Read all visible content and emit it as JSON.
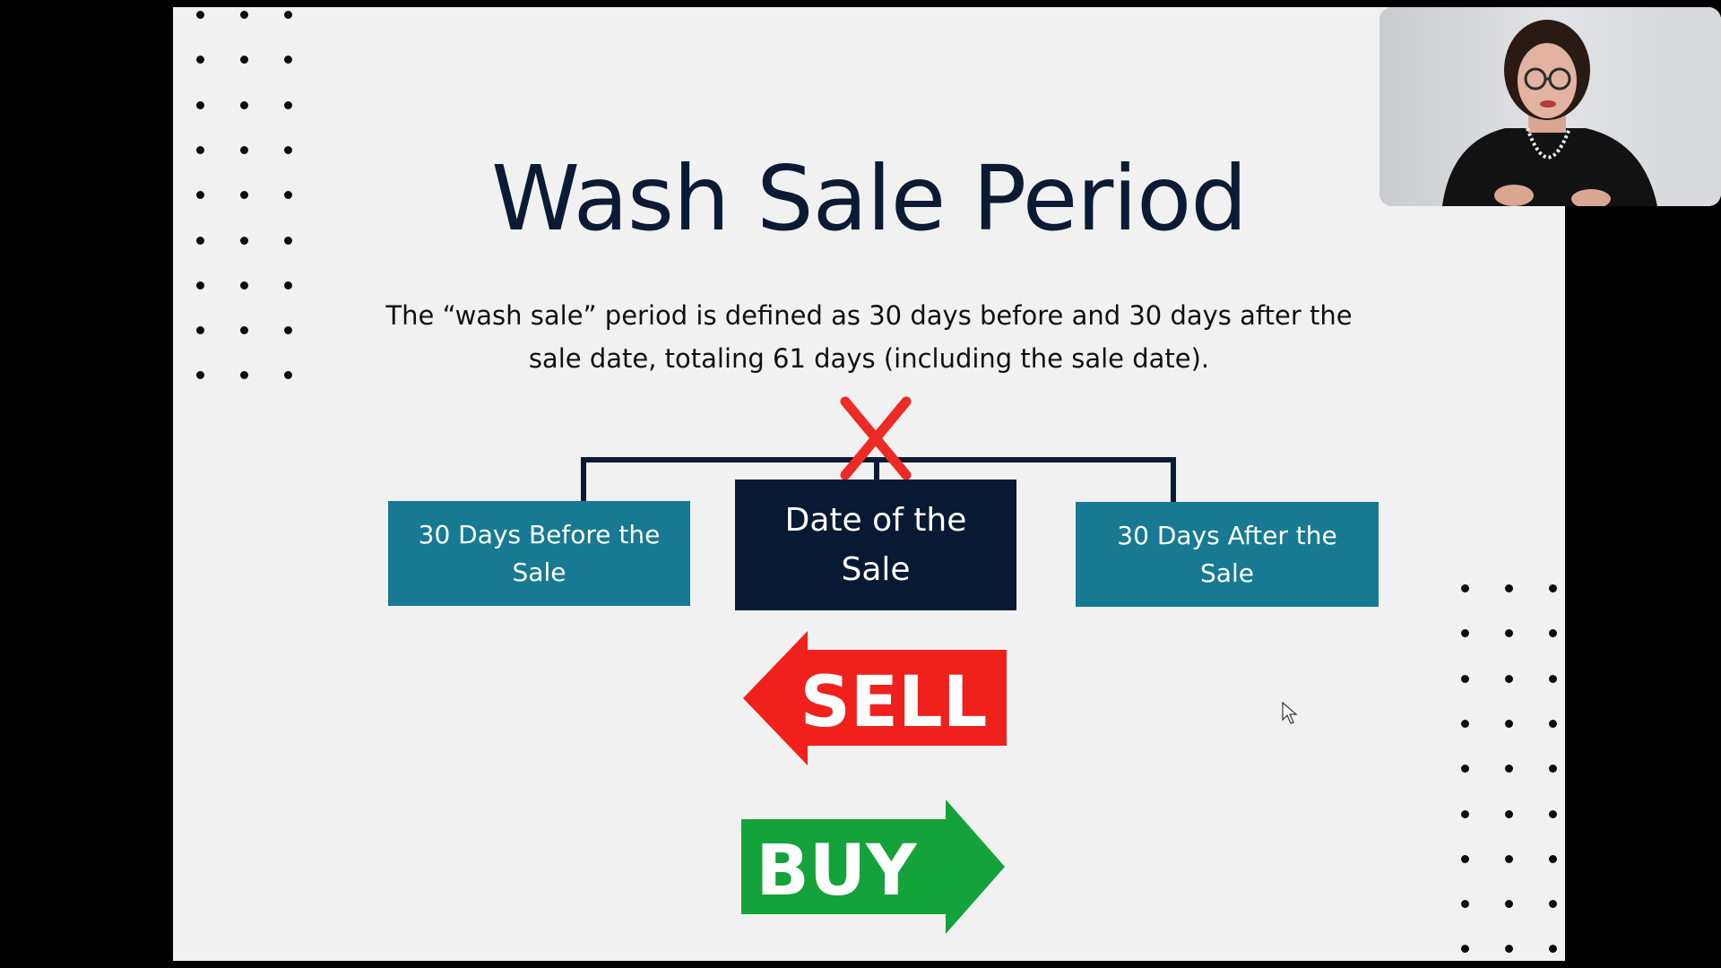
{
  "slide": {
    "title": "Wash Sale Period",
    "subtitle": "The “wash sale” period is defined as 30 days before and 30 days after the sale date, totaling 61 days (including the sale date).",
    "boxes": {
      "before": "30 Days Before the Sale",
      "center": "Date of the Sale",
      "after": "30 Days After the Sale"
    },
    "sell_label": "SELL",
    "buy_label": "BUY"
  },
  "colors": {
    "background": "#f1f1f1",
    "title": "#0c1b33",
    "side_box": "#187a92",
    "center_box": "#081a33",
    "sell": "#f0211d",
    "buy": "#14a33a",
    "x_mark": "#ee2a24"
  },
  "icons": {
    "x_mark": "x-icon",
    "cursor": "pointer-icon"
  }
}
